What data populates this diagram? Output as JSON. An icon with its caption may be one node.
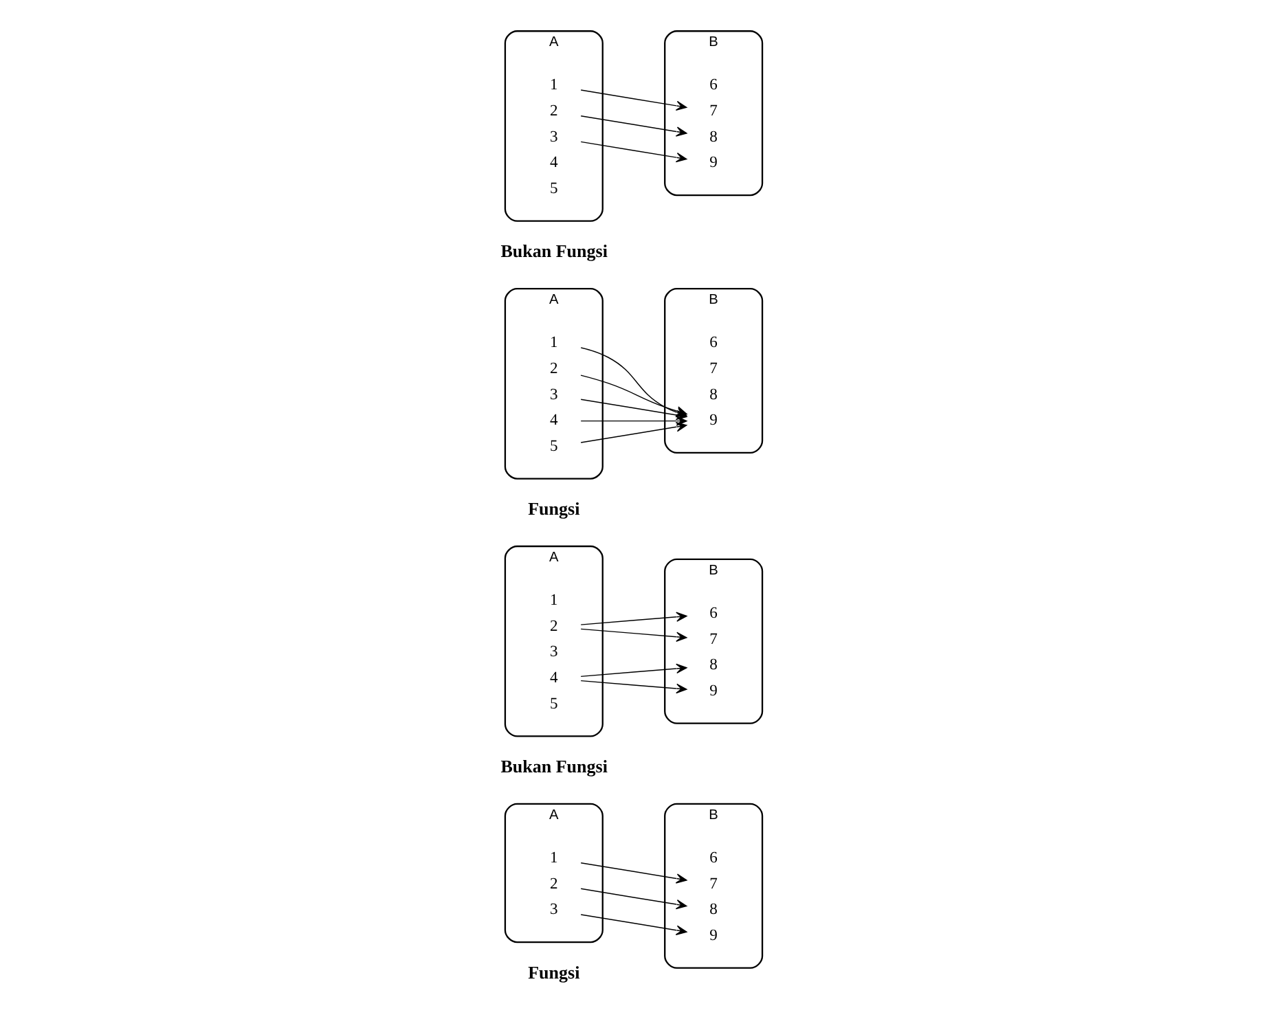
{
  "diagram": {
    "nodes": [
      {
        "text": [
          "A"
        ]
      },
      {
        "text": [
          "1"
        ],
        "in": 0
      },
      {
        "text": [
          "2"
        ],
        "in": 0
      },
      {
        "text": [
          "3"
        ],
        "in": 0
      },
      {
        "text": [
          "B"
        ]
      },
      {
        "text": [
          "6"
        ],
        "in": 4
      },
      {
        "text": [
          "7"
        ],
        "in": 4
      },
      {
        "text": [
          "8"
        ],
        "in": 4
      },
      {
        "text": [
          "9"
        ],
        "in": 4
      },
      {
        "text": [
          "A"
        ]
      },
      {
        "text": [
          "1"
        ],
        "in": 9
      },
      {
        "text": [
          "2"
        ],
        "in": 9
      },
      {
        "text": [
          "3"
        ],
        "in": 9
      },
      {
        "text": [
          "4"
        ],
        "in": 9
      },
      {
        "text": [
          "5"
        ],
        "in": 9
      },
      {
        "text": [
          "B"
        ]
      },
      {
        "text": [
          "6"
        ],
        "in": 15
      },
      {
        "text": [
          "7"
        ],
        "in": 15
      },
      {
        "text": [
          "8"
        ],
        "in": 15
      },
      {
        "text": [
          "9"
        ],
        "in": 15
      },
      {
        "text": [
          "A"
        ]
      },
      {
        "text": [
          "1"
        ],
        "in": 20
      },
      {
        "text": [
          "2"
        ],
        "in": 20
      },
      {
        "text": [
          "3"
        ],
        "in": 20
      },
      {
        "text": [
          "4"
        ],
        "in": 20
      },
      {
        "text": [
          "5"
        ],
        "in": 20
      },
      {
        "text": [
          "B"
        ]
      },
      {
        "text": [
          "6"
        ],
        "in": 26
      },
      {
        "text": [
          "7"
        ],
        "in": 26
      },
      {
        "text": [
          "8"
        ],
        "in": 26
      },
      {
        "text": [
          "9"
        ],
        "in": 26
      },
      {
        "text": [
          "A"
        ]
      },
      {
        "text": [
          "1"
        ],
        "in": 31
      },
      {
        "text": [
          "2"
        ],
        "in": 31
      },
      {
        "text": [
          "3"
        ],
        "in": 31
      },
      {
        "text": [
          "4"
        ],
        "in": 31
      },
      {
        "text": [
          "5"
        ],
        "in": 31
      },
      {
        "text": [
          "B"
        ]
      },
      {
        "text": [
          "6"
        ],
        "in": 37
      },
      {
        "text": [
          "7"
        ],
        "in": 37
      },
      {
        "text": [
          "8"
        ],
        "in": 37
      },
      {
        "text": [
          "9"
        ],
        "in": 37
      }
    ],
    "edges": [
      {
        "from": 1,
        "to": 6,
        "arrow": "to"
      },
      {
        "from": 2,
        "to": 7,
        "arrow": "to"
      },
      {
        "from": 3,
        "to": 8,
        "arrow": "to"
      },
      {
        "from": 11,
        "to": 16,
        "arrow": "to"
      },
      {
        "from": 11,
        "to": 17,
        "arrow": "to"
      },
      {
        "from": 13,
        "to": 18,
        "arrow": "to"
      },
      {
        "from": 13,
        "to": 19,
        "arrow": "to"
      },
      {
        "from": 21,
        "to": 30,
        "arrow": "to"
      },
      {
        "from": 22,
        "to": 30,
        "arrow": "to"
      },
      {
        "from": 23,
        "to": 30,
        "arrow": "to"
      },
      {
        "from": 24,
        "to": 30,
        "arrow": "to"
      },
      {
        "from": 25,
        "to": 30,
        "arrow": "to"
      },
      {
        "from": 32,
        "to": 39,
        "arrow": "to"
      },
      {
        "from": 33,
        "to": 40,
        "arrow": "to"
      },
      {
        "from": 34,
        "to": 41,
        "arrow": "to"
      }
    ],
    "labels": [
      "Fungsi",
      "Bukan Fungsi",
      "Fungsi",
      "Bukan Fungsi"
    ]
  }
}
